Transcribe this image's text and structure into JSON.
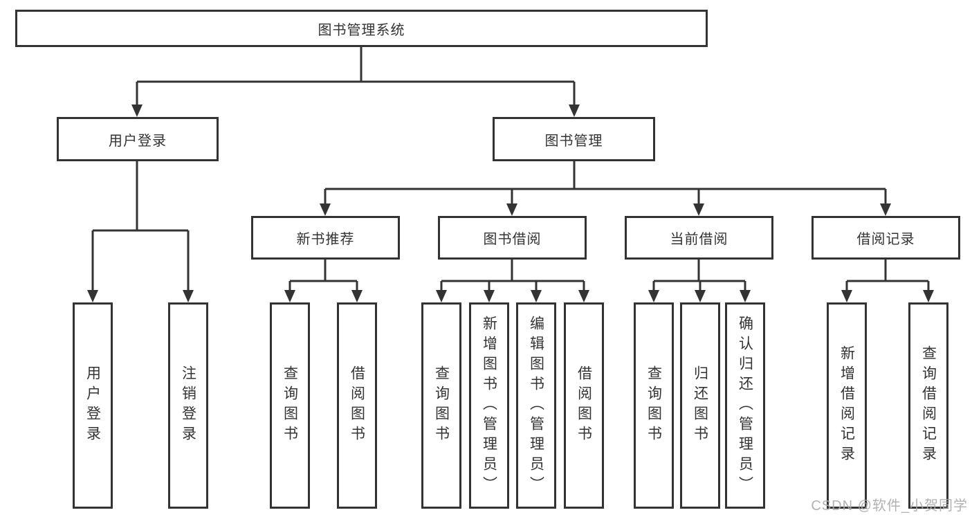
{
  "tree": {
    "root": "图书管理系统",
    "level2": [
      {
        "label": "用户登录",
        "children": [
          "用户登录",
          "注销登录"
        ]
      },
      {
        "label": "图书管理"
      }
    ],
    "level3": [
      {
        "label": "新书推荐",
        "children": [
          "查询图书",
          "借阅图书"
        ]
      },
      {
        "label": "图书借阅",
        "children": [
          "查询图书",
          "新增图书（管理员）",
          "编辑图书（管理员）",
          "借阅图书"
        ]
      },
      {
        "label": "当前借阅",
        "children": [
          "查询图书",
          "归还图书",
          "确认归还（管理员）"
        ]
      },
      {
        "label": "借阅记录",
        "children": [
          "新增借阅记录",
          "查询借阅记录"
        ]
      }
    ]
  },
  "watermark": "CSDN @软件_小贺同学",
  "colors": {
    "line": "#333333",
    "text": "#333333",
    "watermark": "#aaaaaa",
    "background": "#ffffff"
  }
}
